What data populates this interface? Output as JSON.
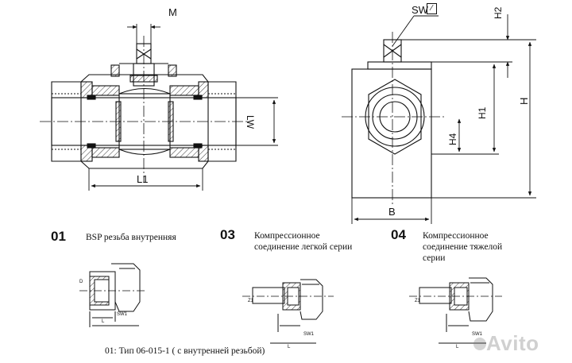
{
  "dimensions": {
    "m": "M",
    "lw": "LW",
    "l1": "L1",
    "sw": "SW",
    "h2": "H2",
    "h": "H",
    "h1": "H1",
    "h4": "H4",
    "b": "B",
    "sw1": "SW1",
    "l": "L",
    "d": "D",
    "z": "Z1"
  },
  "variants": [
    {
      "number": "01",
      "description": "BSP резьба внутренняя"
    },
    {
      "number": "03",
      "description": "Компрессионное\nсоединение легкой серии"
    },
    {
      "number": "04",
      "description": "Компрессионное\nсоединение тяжелой\nсерии"
    }
  ],
  "caption": "01: Тип 06-015-1 ( с внутренней резьбой)",
  "watermark": "Avito"
}
